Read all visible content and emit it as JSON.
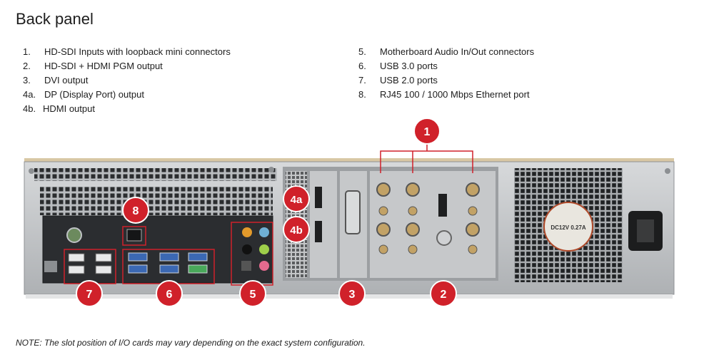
{
  "title": "Back panel",
  "legend_left": [
    {
      "num": "1.",
      "text": "HD-SDI Inputs with loopback mini connectors"
    },
    {
      "num": "2.",
      "text": "HD-SDI + HDMI PGM output"
    },
    {
      "num": "3.",
      "text": "DVI output"
    },
    {
      "num": "4a.",
      "text": "DP (Display Port) output"
    },
    {
      "num": "4b.",
      "text": "HDMI output"
    }
  ],
  "legend_right": [
    {
      "num": "5.",
      "text": "Motherboard Audio In/Out connectors"
    },
    {
      "num": "6.",
      "text": "USB 3.0 ports"
    },
    {
      "num": "7.",
      "text": "USB 2.0 ports"
    },
    {
      "num": "8.",
      "text": "RJ45 100 / 1000 Mbps Ethernet port"
    }
  ],
  "callouts": {
    "c1": "1",
    "c2": "2",
    "c3": "3",
    "c4a": "4a",
    "c4b": "4b",
    "c5": "5",
    "c6": "6",
    "c7": "7",
    "c8": "8"
  },
  "fan_label": "DC12V 0.27A",
  "note": "NOTE: The slot position of I/O cards may vary depending on the exact system configuration.",
  "colors": {
    "callout": "#d0212a",
    "chassis": "#bfc2c5",
    "panel": "#2a2c2e"
  }
}
